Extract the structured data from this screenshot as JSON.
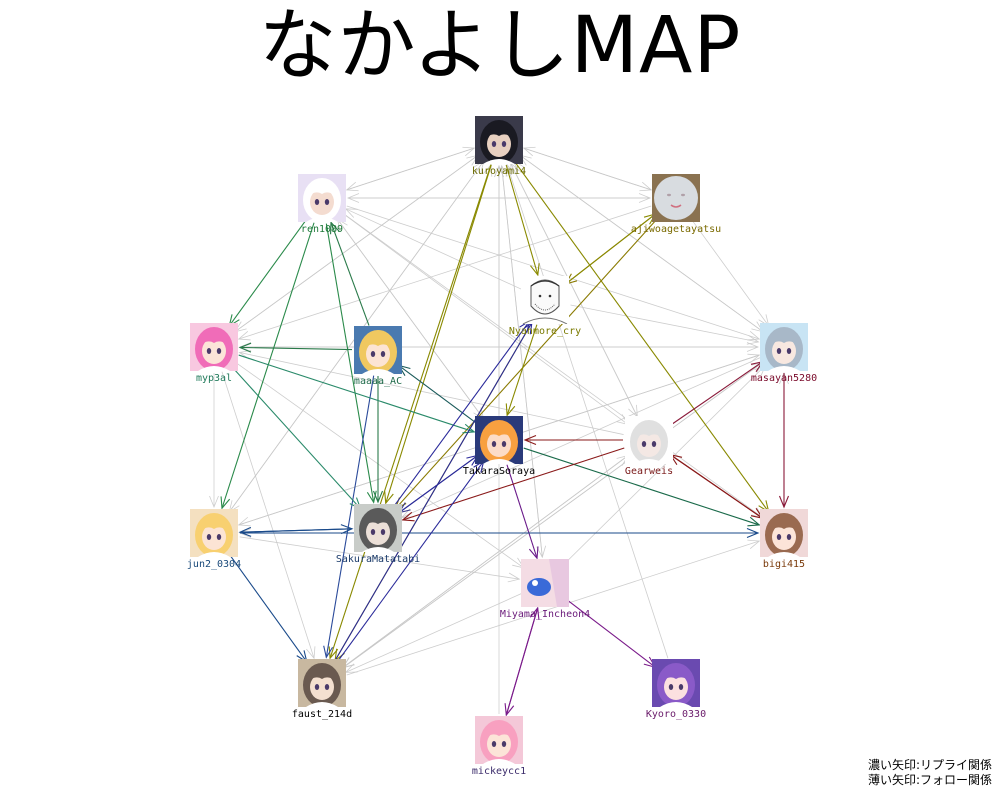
{
  "title": "なかよしMAP",
  "legend": {
    "line1": "濃い矢印:リプライ関係",
    "line2": "薄い矢印:フォロー関係"
  },
  "nodes": [
    {
      "id": "kuroyami4",
      "label": "kuroyami4",
      "color": "#6a6a00",
      "avatar": "dark-hair-character-icon"
    },
    {
      "id": "ren1089",
      "label": "ren1089",
      "color": "#1f7a3a",
      "avatar": "white-hair-character-icon"
    },
    {
      "id": "ajiwoagetayatsu",
      "label": "ajiwoagetayatsu",
      "color": "#7a6a00",
      "avatar": "smiley-face-icon"
    },
    {
      "id": "Nyanmore_cry",
      "label": "Nyanmore_cry",
      "color": "#7a7a00",
      "avatar": "sketch-face-icon"
    },
    {
      "id": "myp3al",
      "label": "myp3al",
      "color": "#1f7a5a",
      "avatar": "pink-hair-character-icon"
    },
    {
      "id": "maaaa_AC",
      "label": "maaaa_AC",
      "color": "#1f6a4a",
      "avatar": "blonde-hat-character-icon"
    },
    {
      "id": "masayan5280",
      "label": "masayan5280",
      "color": "#7a0a2a",
      "avatar": "blue-dress-character-icon"
    },
    {
      "id": "TakaraSoraya",
      "label": "TakaraSoraya",
      "color": "#000000",
      "avatar": "orange-hair-character-icon"
    },
    {
      "id": "Gearweis",
      "label": "Gearweis",
      "color": "#7a1a1a",
      "avatar": "white-robe-character-icon"
    },
    {
      "id": "jun2_0304",
      "label": "jun2_0304",
      "color": "#1a4a7a",
      "avatar": "blonde-smile-character-icon"
    },
    {
      "id": "SakuraMatatabi",
      "label": "SakuraMatatabi",
      "color": "#1a3a6a",
      "avatar": "gray-hair-character-icon"
    },
    {
      "id": "bigi415",
      "label": "bigi415",
      "color": "#7a3a0a",
      "avatar": "brown-hair-character-icon"
    },
    {
      "id": "Miyama_Incheon4",
      "label": "Miyama_Incheon4",
      "color": "#6a1a7a",
      "avatar": "blue-eye-closeup-icon"
    },
    {
      "id": "faust_214d",
      "label": "faust_214d",
      "color": "#000000",
      "avatar": "white-dress-character-icon"
    },
    {
      "id": "Kyoro_0330",
      "label": "Kyoro_0330",
      "color": "#6a1a6a",
      "avatar": "purple-hair-character-icon"
    },
    {
      "id": "mickeycc1",
      "label": "mickeycc1",
      "color": "#3a2a6a",
      "avatar": "colorful-idol-character-icon"
    }
  ],
  "reply_edges": [
    {
      "from": "kuroyami4",
      "to": "Nyanmore_cry",
      "color": "#8a8a00"
    },
    {
      "from": "kuroyami4",
      "to": "SakuraMatatabi",
      "color": "#8a8a00"
    },
    {
      "from": "kuroyami4",
      "to": "faust_214d",
      "color": "#8a8a00"
    },
    {
      "from": "kuroyami4",
      "to": "bigi415",
      "color": "#8a8a00"
    },
    {
      "from": "ajiwoagetayatsu",
      "to": "Nyanmore_cry",
      "color": "#8a7a00"
    },
    {
      "from": "ajiwoagetayatsu",
      "to": "SakuraMatatabi",
      "color": "#8a7a00"
    },
    {
      "from": "Nyanmore_cry",
      "to": "ajiwoagetayatsu",
      "color": "#8a8a00"
    },
    {
      "from": "Nyanmore_cry",
      "to": "TakaraSoraya",
      "color": "#8a8a00"
    },
    {
      "from": "Nyanmore_cry",
      "to": "faust_214d",
      "color": "#8a8a00"
    },
    {
      "from": "ren1089",
      "to": "myp3al",
      "color": "#2a8a4a"
    },
    {
      "from": "ren1089",
      "to": "jun2_0304",
      "color": "#2a8a4a"
    },
    {
      "from": "ren1089",
      "to": "SakuraMatatabi",
      "color": "#2a8a4a"
    },
    {
      "from": "maaaa_AC",
      "to": "myp3al",
      "color": "#2a7a4a"
    },
    {
      "from": "maaaa_AC",
      "to": "ren1089",
      "color": "#2a7a4a"
    },
    {
      "from": "maaaa_AC",
      "to": "SakuraMatatabi",
      "color": "#2a7a4a"
    },
    {
      "from": "maaaa_AC",
      "to": "faust_214d",
      "color": "#2a4a9a"
    },
    {
      "from": "myp3al",
      "to": "TakaraSoraya",
      "color": "#2a8a6a"
    },
    {
      "from": "myp3al",
      "to": "SakuraMatatabi",
      "color": "#2a8a6a"
    },
    {
      "from": "TakaraSoraya",
      "to": "maaaa_AC",
      "color": "#1a5a5a"
    },
    {
      "from": "TakaraSoraya",
      "to": "bigi415",
      "color": "#1a6a4a"
    },
    {
      "from": "TakaraSoraya",
      "to": "Miyama_Incheon4",
      "color": "#6a1a8a"
    },
    {
      "from": "TakaraSoraya",
      "to": "SakuraMatatabi",
      "color": "#3a3a8a"
    },
    {
      "from": "Gearweis",
      "to": "TakaraSoraya",
      "color": "#8a1a1a"
    },
    {
      "from": "Gearweis",
      "to": "masayan5280",
      "color": "#8a1a3a"
    },
    {
      "from": "Gearweis",
      "to": "bigi415",
      "color": "#8a1a1a"
    },
    {
      "from": "Gearweis",
      "to": "SakuraMatatabi",
      "color": "#8a1a1a"
    },
    {
      "from": "masayan5280",
      "to": "bigi415",
      "color": "#8a1a3a"
    },
    {
      "from": "bigi415",
      "to": "Gearweis",
      "color": "#8a1a1a"
    },
    {
      "from": "jun2_0304",
      "to": "SakuraMatatabi",
      "color": "#1a4a8a"
    },
    {
      "from": "jun2_0304",
      "to": "bigi415",
      "color": "#1a4a8a"
    },
    {
      "from": "jun2_0304",
      "to": "faust_214d",
      "color": "#1a4a8a"
    },
    {
      "from": "SakuraMatatabi",
      "to": "jun2_0304",
      "color": "#1a4a8a"
    },
    {
      "from": "SakuraMatatabi",
      "to": "Nyanmore_cry",
      "color": "#2a2a9a"
    },
    {
      "from": "SakuraMatatabi",
      "to": "TakaraSoraya",
      "color": "#2a2a9a"
    },
    {
      "from": "faust_214d",
      "to": "Nyanmore_cry",
      "color": "#2a2a9a"
    },
    {
      "from": "faust_214d",
      "to": "TakaraSoraya",
      "color": "#2a2a9a"
    },
    {
      "from": "Miyama_Incheon4",
      "to": "Kyoro_0330",
      "color": "#7a1a8a"
    },
    {
      "from": "Miyama_Incheon4",
      "to": "mickeycc1",
      "color": "#7a1a8a"
    },
    {
      "from": "mickeycc1",
      "to": "Miyama_Incheon4",
      "color": "#7a1a8a"
    }
  ],
  "follow_edges": [
    {
      "from": "kuroyami4",
      "to": "ren1089"
    },
    {
      "from": "kuroyami4",
      "to": "ajiwoagetayatsu"
    },
    {
      "from": "kuroyami4",
      "to": "myp3al"
    },
    {
      "from": "kuroyami4",
      "to": "masayan5280"
    },
    {
      "from": "kuroyami4",
      "to": "jun2_0304"
    },
    {
      "from": "kuroyami4",
      "to": "Gearweis"
    },
    {
      "from": "kuroyami4",
      "to": "Miyama_Incheon4"
    },
    {
      "from": "ren1089",
      "to": "kuroyami4"
    },
    {
      "from": "ren1089",
      "to": "ajiwoagetayatsu"
    },
    {
      "from": "ren1089",
      "to": "masayan5280"
    },
    {
      "from": "ren1089",
      "to": "Gearweis"
    },
    {
      "from": "ren1089",
      "to": "bigi415"
    },
    {
      "from": "ren1089",
      "to": "TakaraSoraya"
    },
    {
      "from": "ajiwoagetayatsu",
      "to": "kuroyami4"
    },
    {
      "from": "ajiwoagetayatsu",
      "to": "masayan5280"
    },
    {
      "from": "ajiwoagetayatsu",
      "to": "myp3al"
    },
    {
      "from": "ajiwoagetayatsu",
      "to": "ren1089"
    },
    {
      "from": "myp3al",
      "to": "kuroyami4"
    },
    {
      "from": "myp3al",
      "to": "masayan5280"
    },
    {
      "from": "myp3al",
      "to": "jun2_0304"
    },
    {
      "from": "myp3al",
      "to": "faust_214d"
    },
    {
      "from": "myp3al",
      "to": "Miyama_Incheon4"
    },
    {
      "from": "masayan5280",
      "to": "myp3al"
    },
    {
      "from": "masayan5280",
      "to": "kuroyami4"
    },
    {
      "from": "masayan5280",
      "to": "jun2_0304"
    },
    {
      "from": "masayan5280",
      "to": "SakuraMatatabi"
    },
    {
      "from": "masayan5280",
      "to": "faust_214d"
    },
    {
      "from": "bigi415",
      "to": "kuroyami4"
    },
    {
      "from": "bigi415",
      "to": "jun2_0304"
    },
    {
      "from": "bigi415",
      "to": "masayan5280"
    },
    {
      "from": "jun2_0304",
      "to": "kuroyami4"
    },
    {
      "from": "jun2_0304",
      "to": "Miyama_Incheon4"
    },
    {
      "from": "jun2_0304",
      "to": "masayan5280"
    },
    {
      "from": "faust_214d",
      "to": "masayan5280"
    },
    {
      "from": "faust_214d",
      "to": "Gearweis"
    },
    {
      "from": "faust_214d",
      "to": "kuroyami4"
    },
    {
      "from": "faust_214d",
      "to": "bigi415"
    },
    {
      "from": "Gearweis",
      "to": "kuroyami4"
    },
    {
      "from": "Gearweis",
      "to": "faust_214d"
    },
    {
      "from": "Gearweis",
      "to": "myp3al"
    },
    {
      "from": "Miyama_Incheon4",
      "to": "kuroyami4"
    },
    {
      "from": "Miyama_Incheon4",
      "to": "faust_214d"
    },
    {
      "from": "Miyama_Incheon4",
      "to": "masayan5280"
    },
    {
      "from": "Nyanmore_cry",
      "to": "ren1089"
    },
    {
      "from": "Nyanmore_cry",
      "to": "masayan5280"
    },
    {
      "from": "TakaraSoraya",
      "to": "kuroyami4"
    },
    {
      "from": "TakaraSoraya",
      "to": "ren1089"
    },
    {
      "from": "Kyoro_0330",
      "to": "kuroyami4"
    },
    {
      "from": "mickeycc1",
      "to": "kuroyami4"
    }
  ],
  "colors": {
    "follow_edge": "#c8c8c8",
    "background": "#ffffff"
  }
}
